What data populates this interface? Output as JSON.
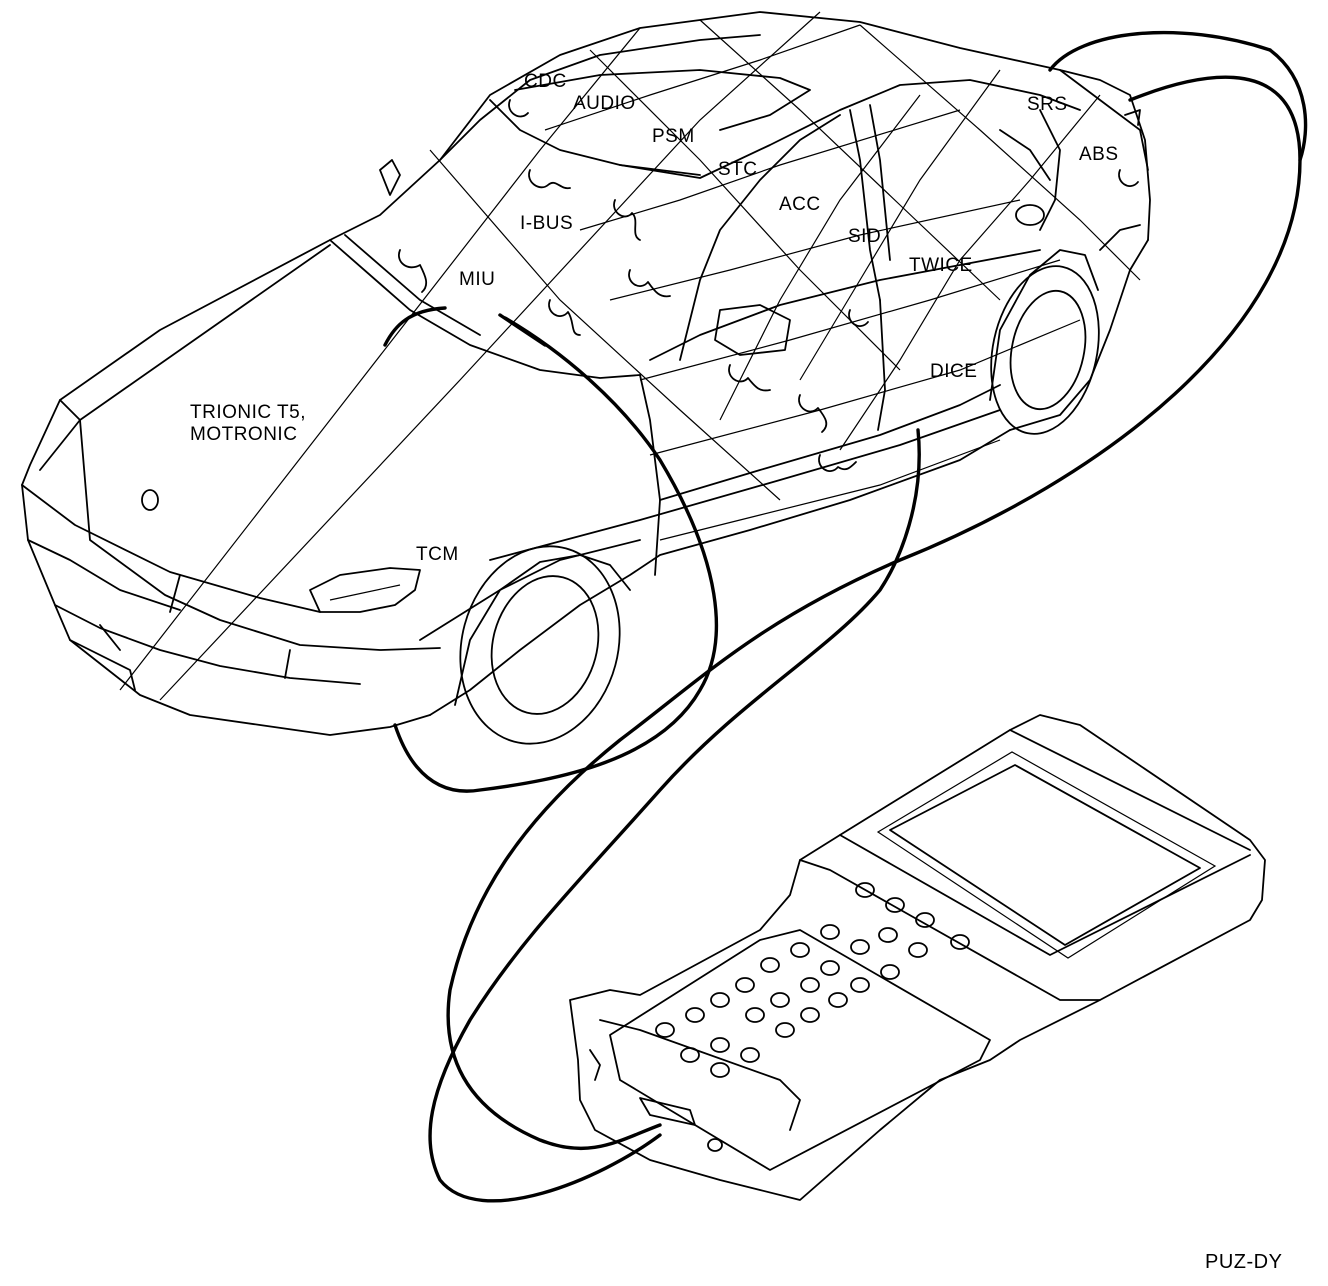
{
  "figure_code": "PUZ-DY",
  "modules": [
    {
      "id": "cdc",
      "label": "CDC"
    },
    {
      "id": "audio",
      "label": "AUDIO"
    },
    {
      "id": "psm",
      "label": "PSM"
    },
    {
      "id": "stc",
      "label": "STC"
    },
    {
      "id": "srs",
      "label": "SRS"
    },
    {
      "id": "abs",
      "label": "ABS"
    },
    {
      "id": "acc",
      "label": "ACC"
    },
    {
      "id": "ibus",
      "label": "I-BUS"
    },
    {
      "id": "sid",
      "label": "SID"
    },
    {
      "id": "twice",
      "label": "TWICE"
    },
    {
      "id": "miu",
      "label": "MIU"
    },
    {
      "id": "dice",
      "label": "DICE"
    },
    {
      "id": "tcm",
      "label": "TCM"
    },
    {
      "id": "engine",
      "label": "TRIONIC T5,\nMOTRONIC"
    }
  ]
}
